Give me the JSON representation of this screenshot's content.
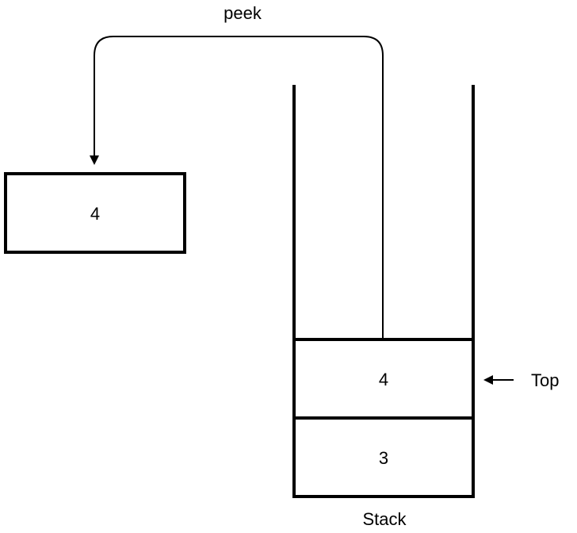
{
  "diagram": {
    "operation_label": "peek",
    "result_value": "4",
    "stack": {
      "label": "Stack",
      "items": [
        {
          "value": "4"
        },
        {
          "value": "3"
        }
      ]
    },
    "top_pointer_label": "Top",
    "colors": {
      "stroke": "#000000",
      "background": "#ffffff"
    }
  }
}
